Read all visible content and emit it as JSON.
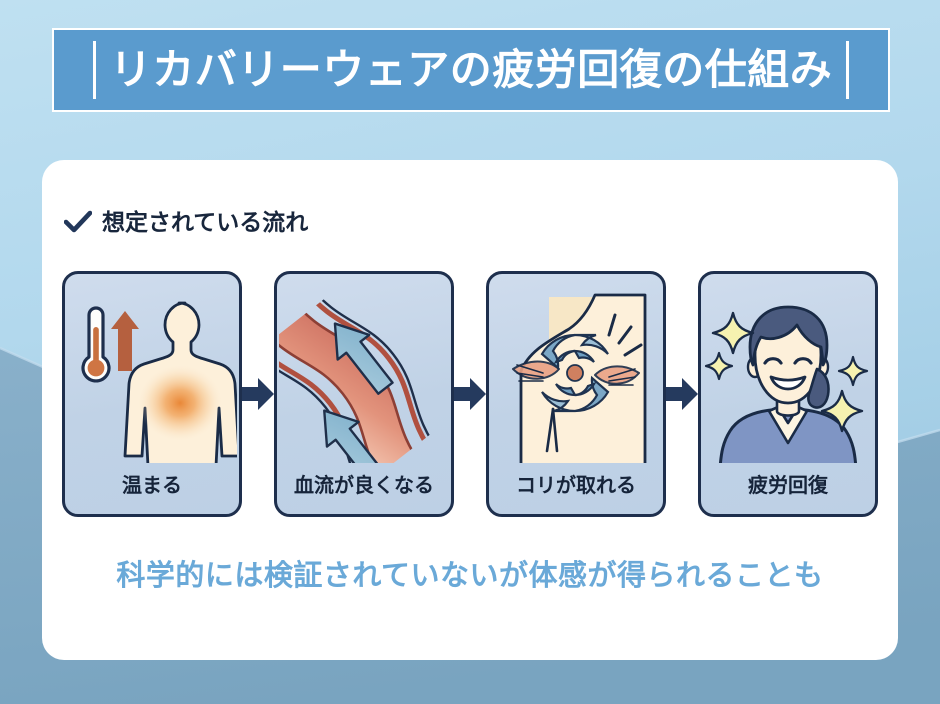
{
  "title": {
    "text": "リカバリーウェアの疲労回復の仕組み",
    "banner_color": "#5a9bce",
    "text_color": "#ffffff"
  },
  "panel": {
    "heading": "想定されている流れ",
    "heading_icon": "check-icon",
    "heading_color": "#18263c",
    "background": "#ffffff"
  },
  "flow": {
    "arrow_icon": "arrow-right-icon",
    "arrow_color": "#253a5e",
    "steps": [
      {
        "label": "温まる",
        "art": "thermometer-body-heat-illustration",
        "icons": [
          "thermometer-icon",
          "up-arrow-icon",
          "torso-icon",
          "heat-glow-icon"
        ],
        "accent": "#d2784a"
      },
      {
        "label": "血流が良くなる",
        "art": "blood-vessel-flow-illustration",
        "icons": [
          "blood-vessel-icon",
          "flow-arrow-icon"
        ],
        "accent": "#c5705c"
      },
      {
        "label": "コリが取れる",
        "art": "shoulder-stiffness-relief-illustration",
        "icons": [
          "shoulder-icon",
          "spiral-icon",
          "pain-lines-icon",
          "hands-icon"
        ],
        "accent": "#5d8ab5"
      },
      {
        "label": "疲労回復",
        "art": "smiling-person-sparkles-illustration",
        "icons": [
          "person-icon",
          "sparkle-icon"
        ],
        "accent": "#f3efa8"
      }
    ]
  },
  "footnote": {
    "text": "科学的には検証されていないが体感が得られることも",
    "color": "#6aa9d8"
  },
  "background": {
    "sky_top": "#b9dcef",
    "sky_bottom": "#a4cfe6",
    "hill_color": "#7fa8c4"
  }
}
